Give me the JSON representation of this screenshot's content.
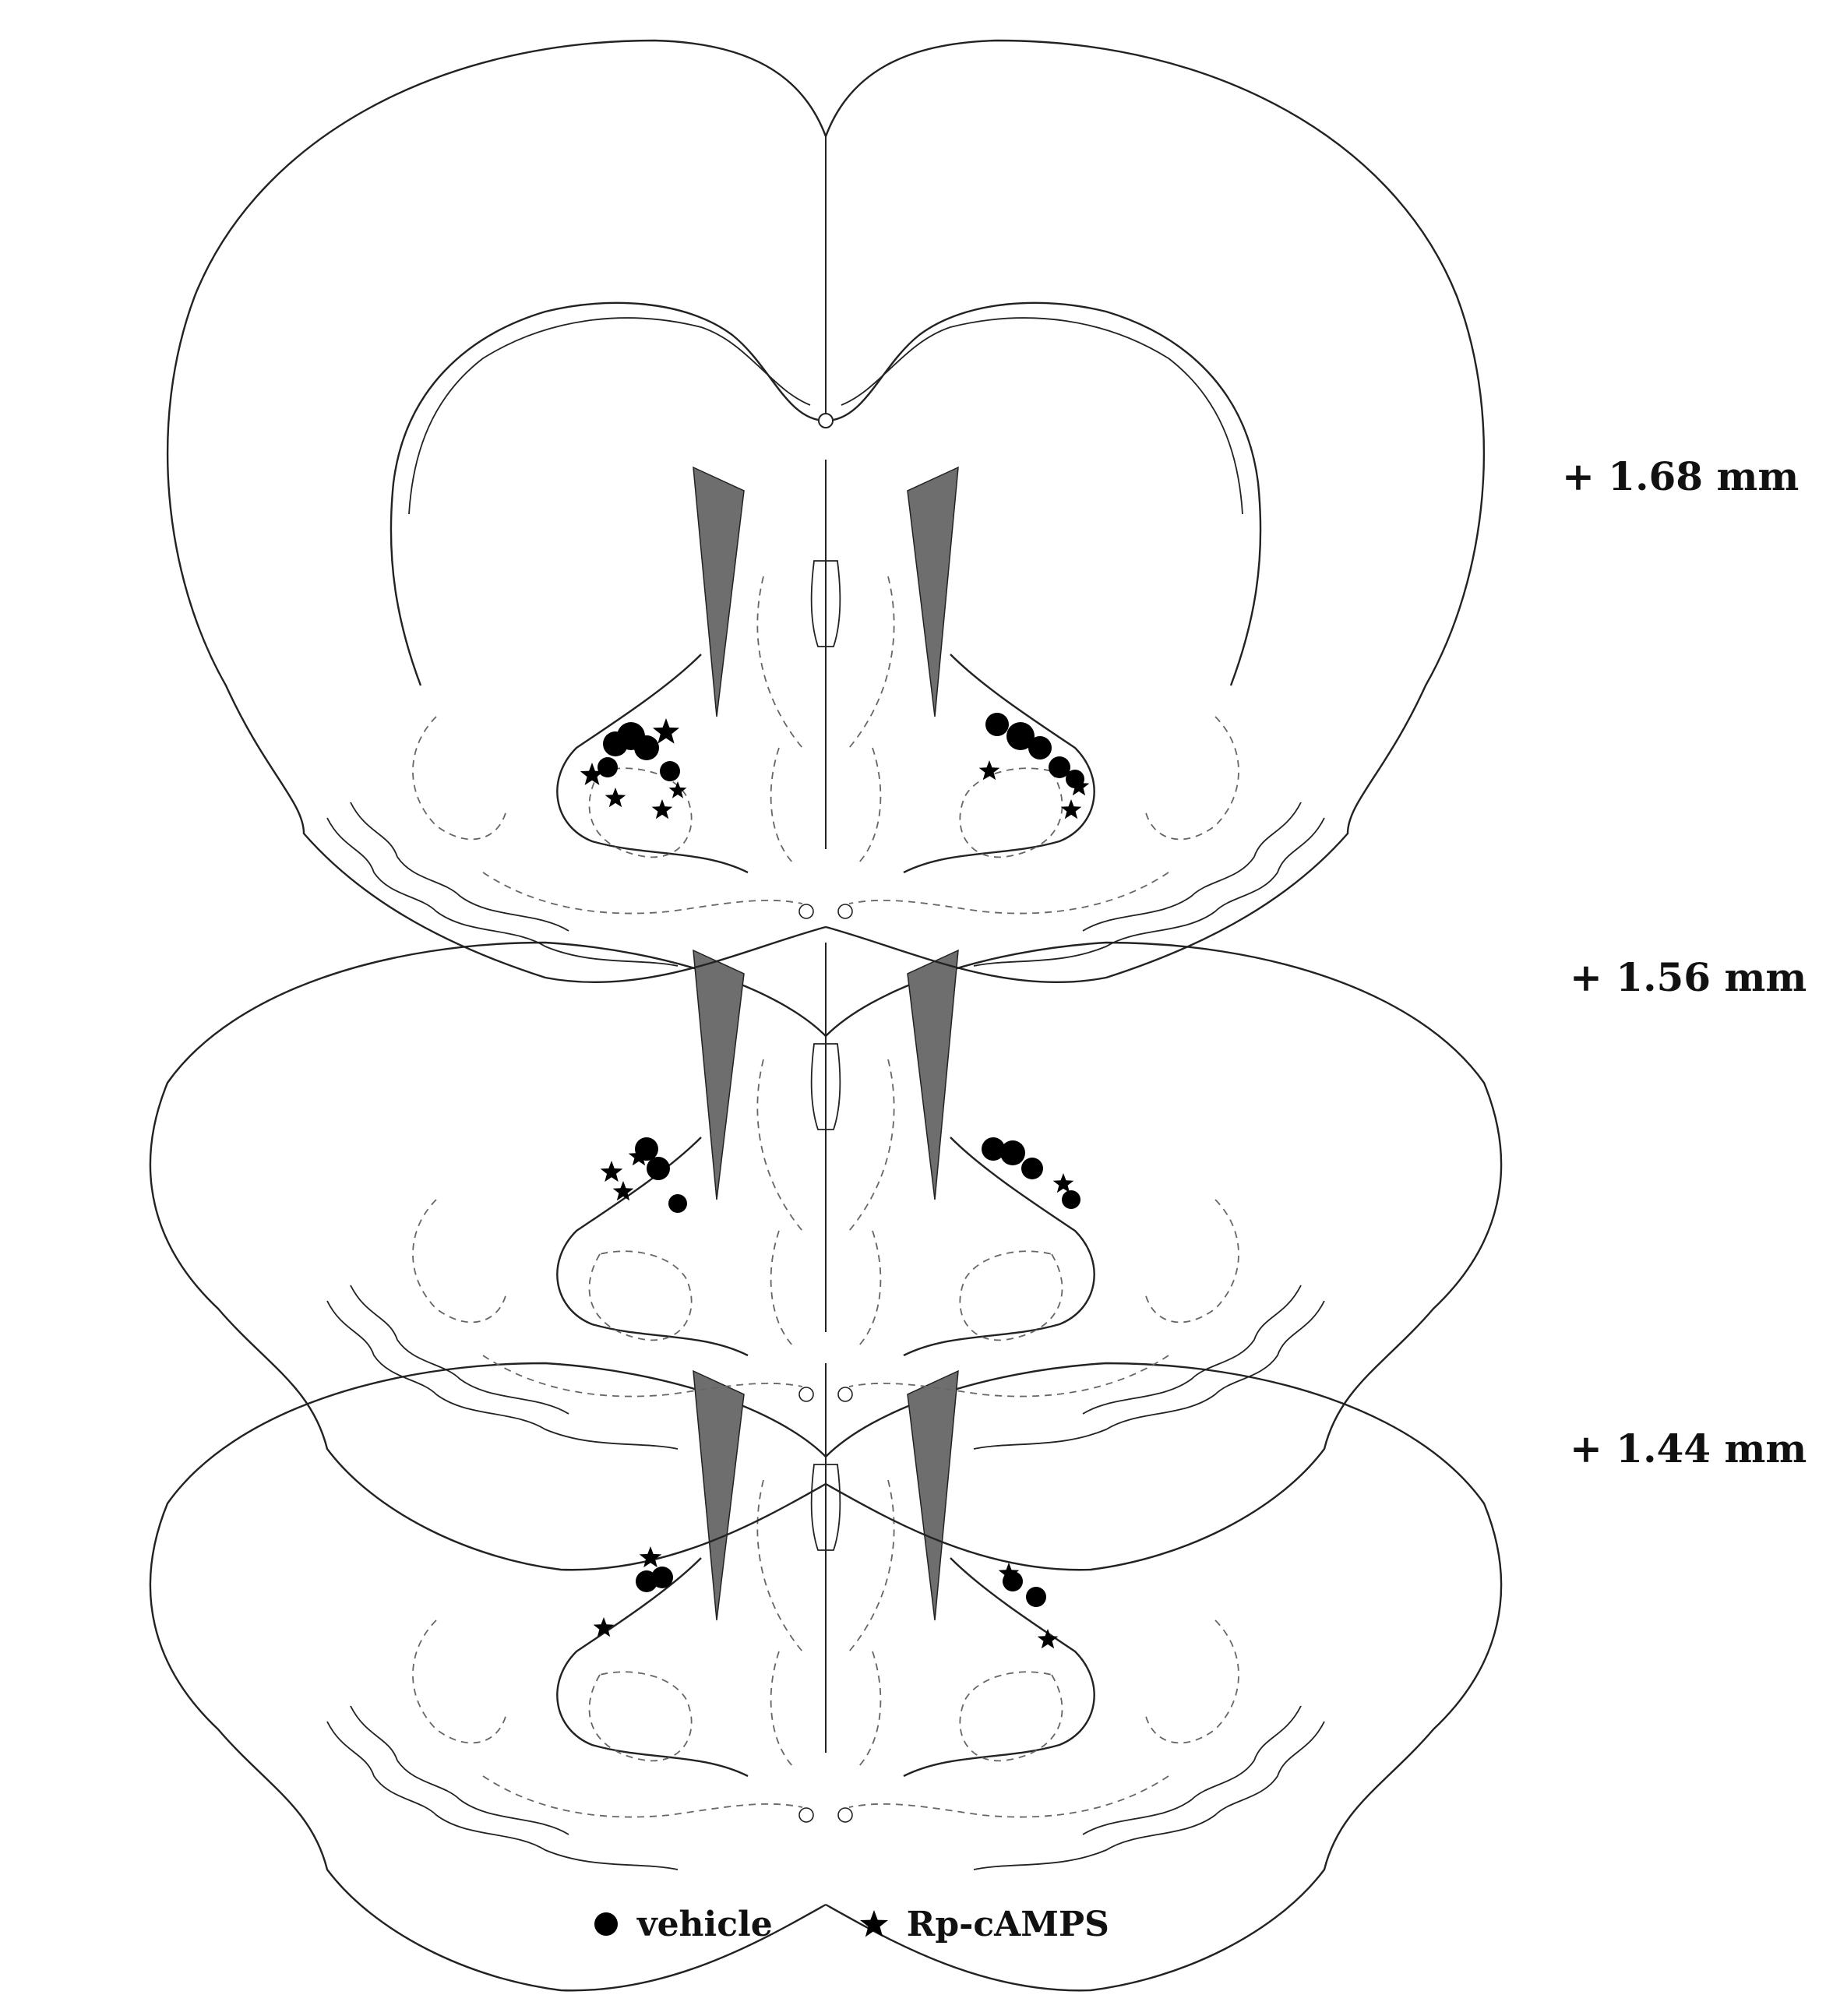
{
  "sections": [
    {
      "label": "+ 1.68 mm"
    },
    {
      "label": "+ 1.56 mm"
    },
    {
      "label": "+ 1.44 mm"
    }
  ],
  "legend": {
    "vehicle": "vehicle",
    "rp": "Rp-cAMPS"
  },
  "colors": {
    "outline": "#222222",
    "dashed": "#666666",
    "ventricle": "#6e6e6e",
    "marker": "#000000"
  }
}
